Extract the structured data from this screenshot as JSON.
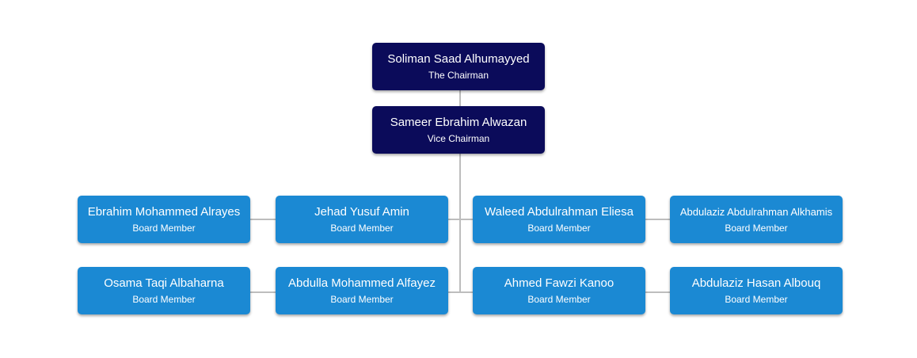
{
  "chairman": {
    "name": "Soliman Saad Alhumayyed",
    "title": "The Chairman"
  },
  "vice_chairman": {
    "name": "Sameer Ebrahim Alwazan",
    "title": "Vice Chairman"
  },
  "members": [
    {
      "name": "Ebrahim Mohammed Alrayes",
      "title": "Board Member"
    },
    {
      "name": "Jehad Yusuf Amin",
      "title": "Board Member"
    },
    {
      "name": "Waleed Abdulrahman Eliesa",
      "title": "Board Member"
    },
    {
      "name": "Abdulaziz Abdulrahman Alkhamis",
      "title": "Board Member"
    },
    {
      "name": "Osama Taqi Albaharna",
      "title": "Board Member"
    },
    {
      "name": "Abdulla Mohammed Alfayez",
      "title": "Board Member"
    },
    {
      "name": "Ahmed Fawzi Kanoo",
      "title": "Board Member"
    },
    {
      "name": "Abdulaziz Hasan Albouq",
      "title": "Board Member"
    }
  ],
  "colors": {
    "executive": "#0b0b5a",
    "member": "#1b89d3",
    "connector": "#bdbdbd",
    "text": "#ffffff"
  }
}
